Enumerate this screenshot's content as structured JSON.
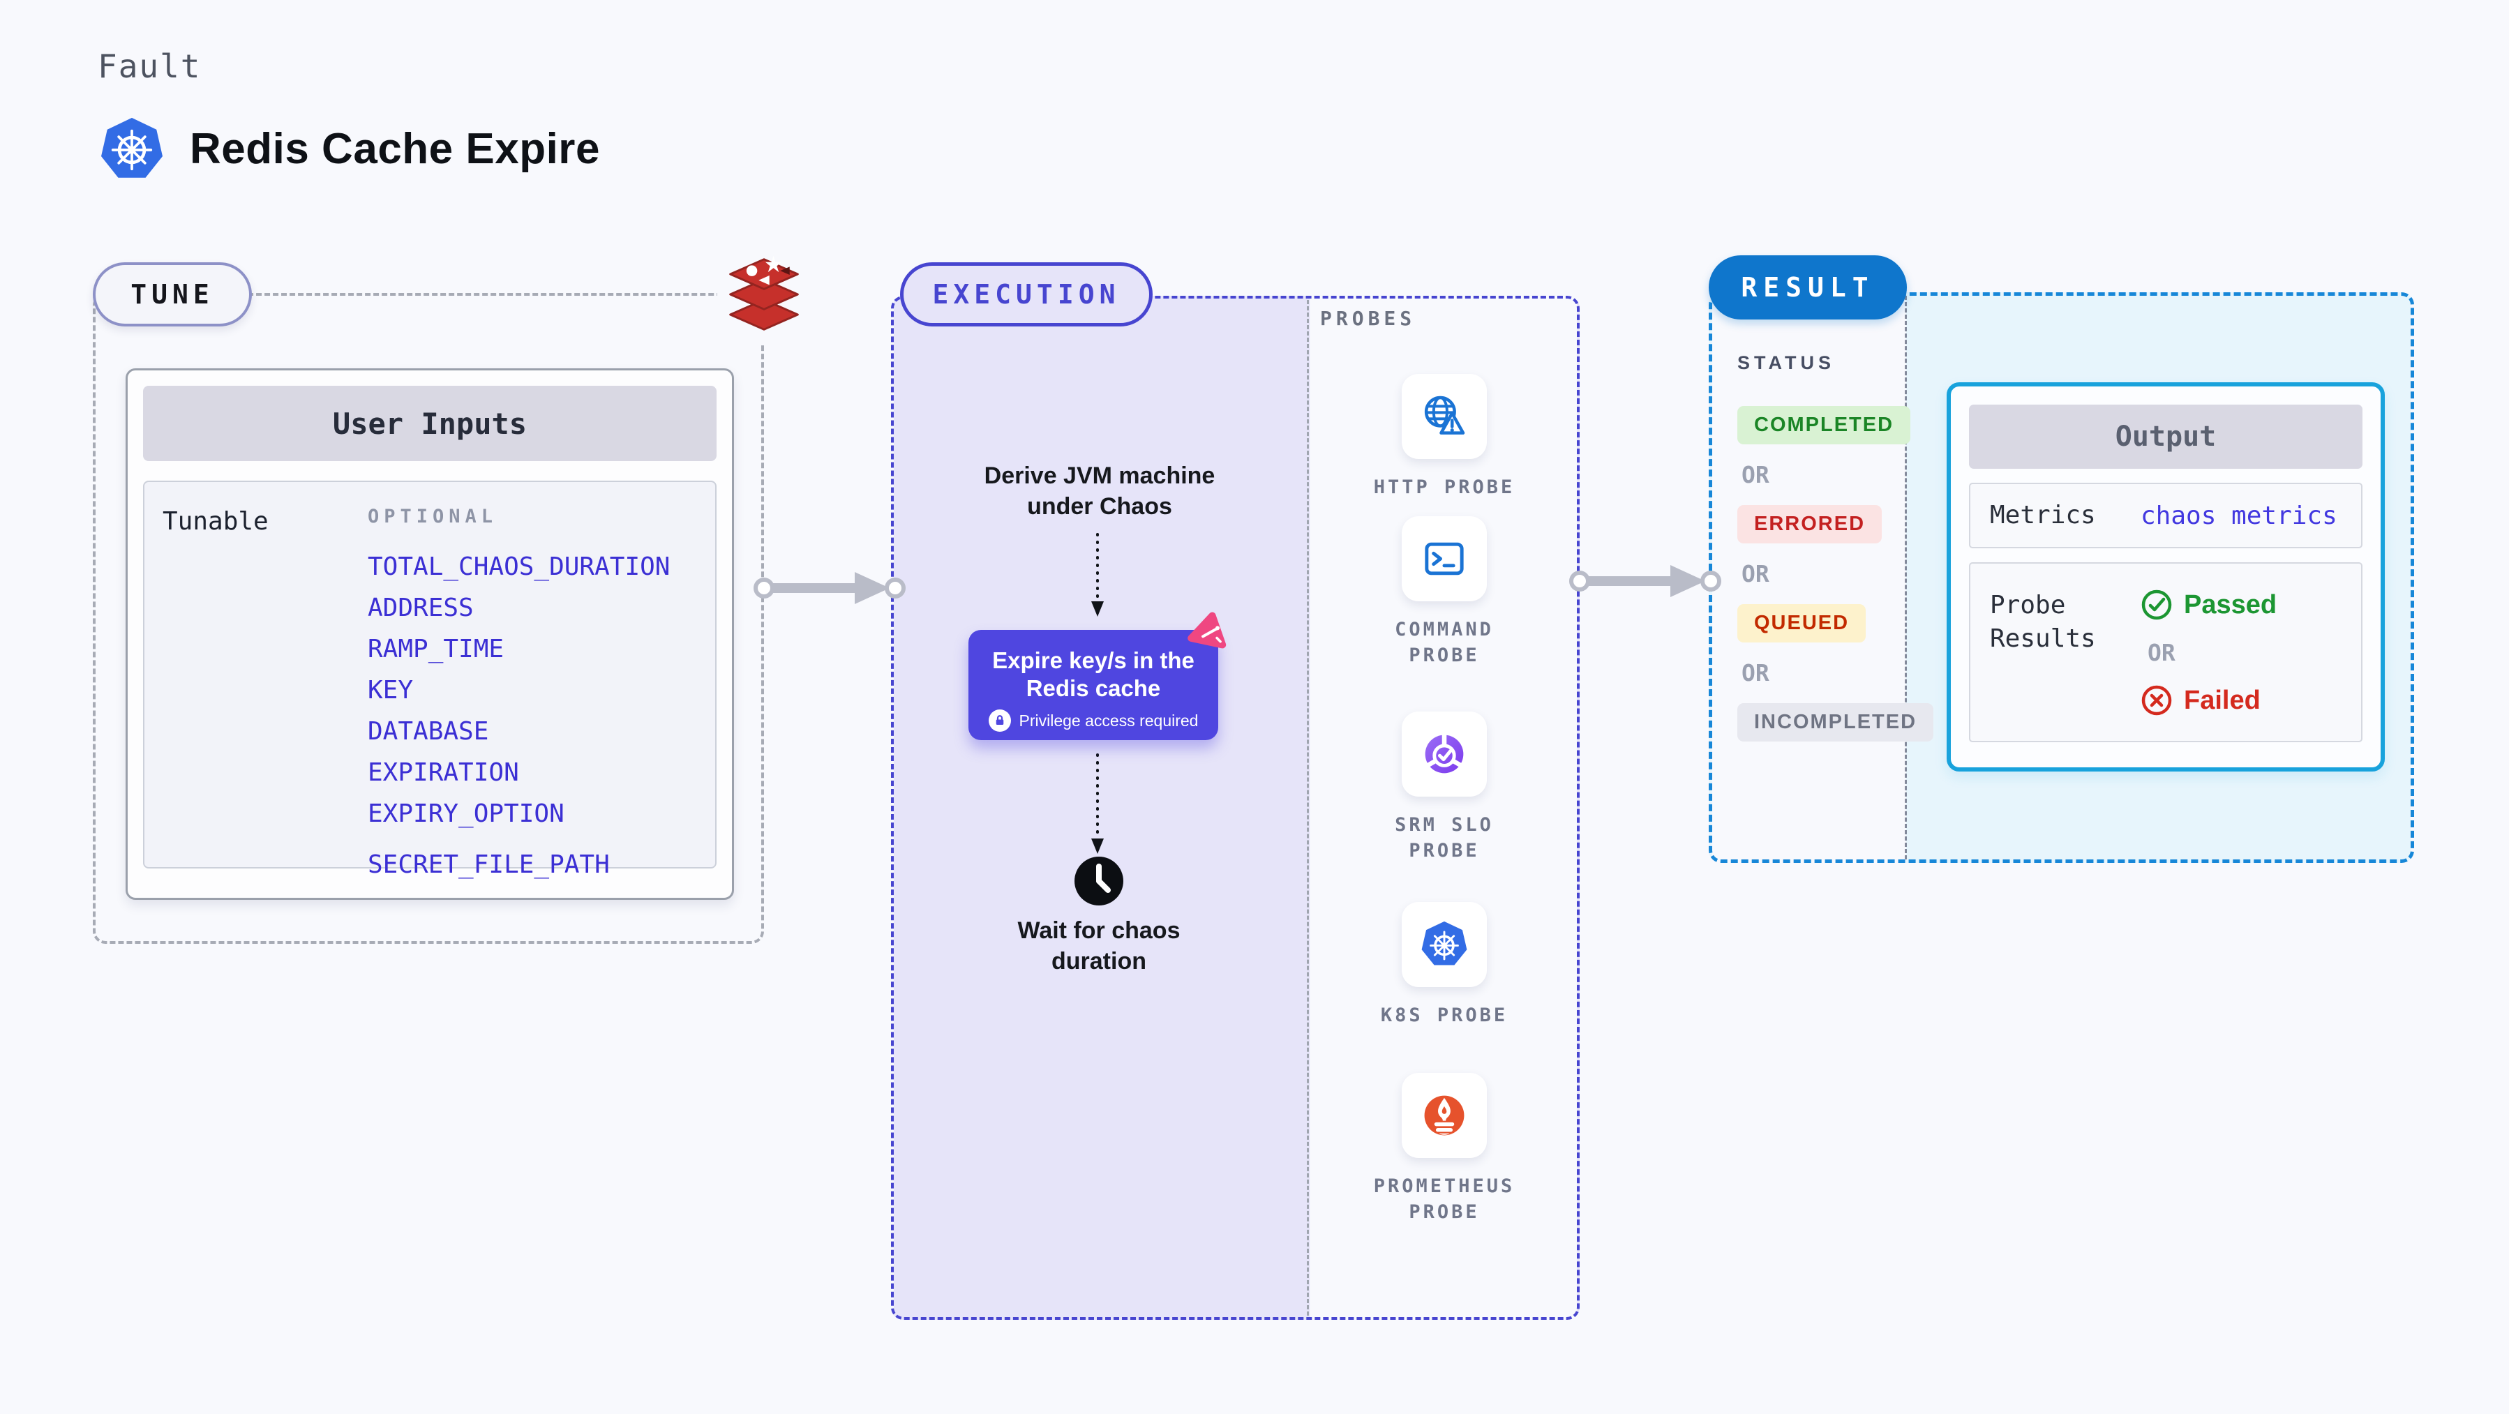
{
  "header": {
    "kicker": "Fault",
    "title": "Redis Cache Expire"
  },
  "tune": {
    "pill": "TUNE",
    "card_title": "User Inputs",
    "row_label": "Tunable",
    "group_label": "OPTIONAL",
    "inputs": [
      "TOTAL_CHAOS_DURATION",
      "ADDRESS",
      "RAMP_TIME",
      "KEY",
      "DATABASE",
      "EXPIRATION",
      "EXPIRY_OPTION",
      "SECRET_FILE_PATH"
    ]
  },
  "execution": {
    "pill": "EXECUTION",
    "derive_line1": "Derive JVM machine",
    "derive_line2": "under Chaos",
    "node_line1": "Expire key/s in the",
    "node_line2": "Redis cache",
    "node_badge": "Privilege access required",
    "wait_line1": "Wait for chaos",
    "wait_line2": "duration",
    "probes_label": "PROBES",
    "probes": [
      {
        "name": "http-probe",
        "line1": "HTTP PROBE",
        "line2": ""
      },
      {
        "name": "command-probe",
        "line1": "COMMAND",
        "line2": "PROBE"
      },
      {
        "name": "srm-slo-probe",
        "line1": "SRM SLO",
        "line2": "PROBE"
      },
      {
        "name": "k8s-probe",
        "line1": "K8S PROBE",
        "line2": ""
      },
      {
        "name": "prometheus-probe",
        "line1": "PROMETHEUS",
        "line2": "PROBE"
      }
    ]
  },
  "result": {
    "pill": "RESULT",
    "status_label": "STATUS",
    "or_label": "OR",
    "statuses": [
      {
        "label": "COMPLETED",
        "kind": "success"
      },
      {
        "label": "ERRORED",
        "kind": "error"
      },
      {
        "label": "QUEUED",
        "kind": "warning"
      },
      {
        "label": "INCOMPLETED",
        "kind": "neutral"
      }
    ],
    "output": {
      "title": "Output",
      "metrics_label": "Metrics",
      "metrics_value": "chaos metrics",
      "probe_results_label": "Probe Results",
      "passed_label": "Passed",
      "failed_label": "Failed"
    }
  },
  "colors": {
    "page_bg": "#f8f9fd",
    "indigo": "#4745d0",
    "exec_bg": "#e6e4f9",
    "node_bg": "#4f46e0",
    "link_blue": "#3b2fd4",
    "arrow": "#b9bcc8",
    "result_blue": "#0f76cc",
    "result_border": "#1787d8",
    "result_bg": "#e7f5fc",
    "output_border": "#18a2dc",
    "green": "#1b8526",
    "green_bg": "#d9f2d3",
    "red": "#c32020",
    "red_bg": "#fbe3e3",
    "amber": "#c22a00",
    "amber_bg": "#fdf2cc",
    "neutral": "#6f7483",
    "neutral_bg": "#e7e8ef",
    "passed": "#1c9632",
    "failed": "#d42a1e",
    "probe_blue": "#1a73d4",
    "k8s_blue": "#326ce5",
    "prometheus_orange": "#e6522c",
    "redis_red": "#c6302b",
    "litmus_pink": "#ef4781"
  }
}
